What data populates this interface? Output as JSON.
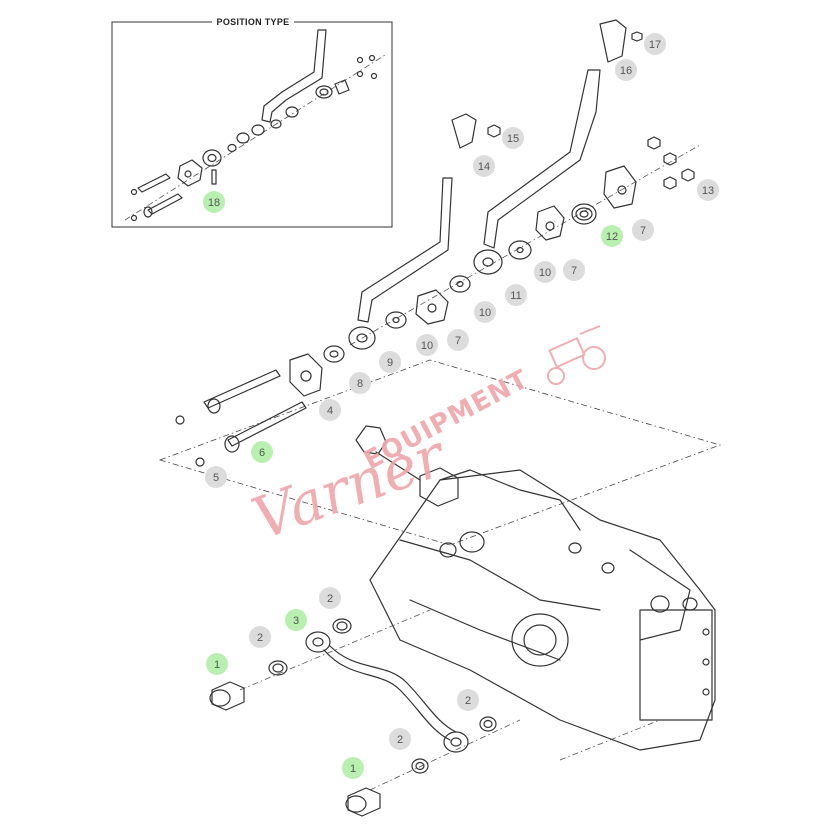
{
  "inset": {
    "title": "POSITION TYPE"
  },
  "watermark": {
    "script": "Varner",
    "caps": "EQUIPMENT"
  },
  "colors": {
    "callout_gray": "#dcdcdc",
    "callout_green": "#b8f0b0",
    "watermark": "#f0a6aa",
    "line": "#333333"
  },
  "callouts": [
    {
      "id": "c1a",
      "label": "1",
      "highlight": true
    },
    {
      "id": "c1b",
      "label": "1",
      "highlight": true
    },
    {
      "id": "c2a",
      "label": "2",
      "highlight": false
    },
    {
      "id": "c2b",
      "label": "2",
      "highlight": false
    },
    {
      "id": "c2c",
      "label": "2",
      "highlight": false
    },
    {
      "id": "c2d",
      "label": "2",
      "highlight": false
    },
    {
      "id": "c3",
      "label": "3",
      "highlight": true
    },
    {
      "id": "c4",
      "label": "4",
      "highlight": false
    },
    {
      "id": "c5",
      "label": "5",
      "highlight": false
    },
    {
      "id": "c6",
      "label": "6",
      "highlight": true
    },
    {
      "id": "c7a",
      "label": "7",
      "highlight": false
    },
    {
      "id": "c7b",
      "label": "7",
      "highlight": false
    },
    {
      "id": "c7c",
      "label": "7",
      "highlight": false
    },
    {
      "id": "c8",
      "label": "8",
      "highlight": false
    },
    {
      "id": "c9",
      "label": "9",
      "highlight": false
    },
    {
      "id": "c10a",
      "label": "10",
      "highlight": false
    },
    {
      "id": "c10b",
      "label": "10",
      "highlight": false
    },
    {
      "id": "c10c",
      "label": "10",
      "highlight": false
    },
    {
      "id": "c11",
      "label": "11",
      "highlight": false
    },
    {
      "id": "c12",
      "label": "12",
      "highlight": true
    },
    {
      "id": "c13",
      "label": "13",
      "highlight": false
    },
    {
      "id": "c14",
      "label": "14",
      "highlight": false
    },
    {
      "id": "c15",
      "label": "15",
      "highlight": false
    },
    {
      "id": "c16",
      "label": "16",
      "highlight": false
    },
    {
      "id": "c17",
      "label": "17",
      "highlight": false
    },
    {
      "id": "c18",
      "label": "18",
      "highlight": true
    }
  ]
}
